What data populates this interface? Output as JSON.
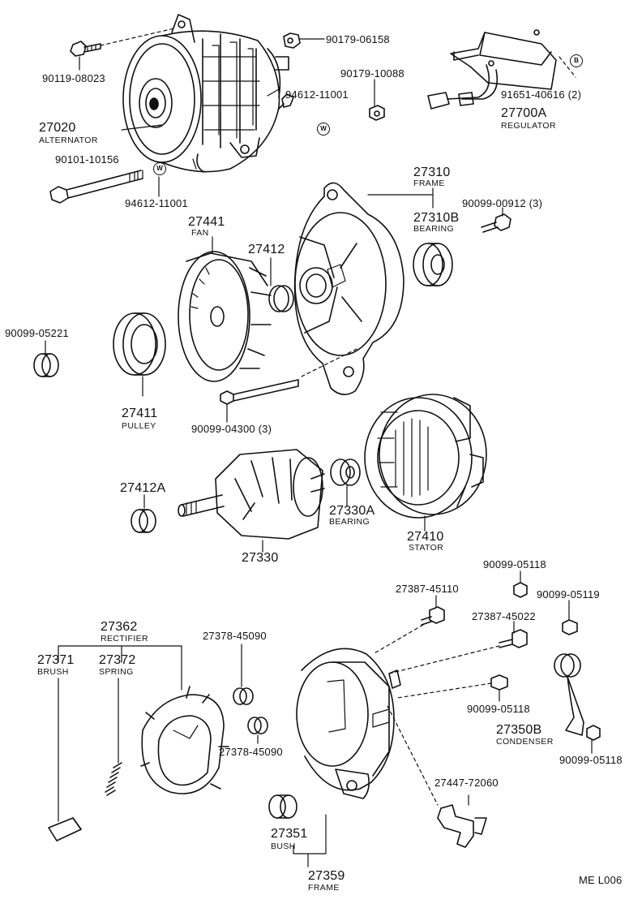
{
  "labels": {
    "p1": "90119-08023",
    "p2": "90179-06158",
    "p3": "90179-10088",
    "p4": "94612-11001",
    "p5": "27020",
    "p5n": "ALTERNATOR",
    "p6": "90101-10156",
    "p7": "94612-11001",
    "p8": "91651-40616 (2)",
    "p9": "27700A",
    "p9n": "REGULATOR",
    "p10": "27310",
    "p10n": "FRAME",
    "p11": "90099-00912 (3)",
    "p12": "27310B",
    "p12n": "BEARING",
    "p13": "27441",
    "p13n": "FAN",
    "p14": "27412",
    "p15": "90099-05221",
    "p16": "27411",
    "p16n": "PULLEY",
    "p17": "90099-04300 (3)",
    "p18": "27412A",
    "p19": "27330A",
    "p19n": "BEARING",
    "p20": "27330",
    "p21": "27410",
    "p21n": "STATOR",
    "p22": "90099-05118",
    "p23": "27387-45110",
    "p24": "90099-05119",
    "p25": "27387-45022",
    "p26": "27362",
    "p26n": "RECTIFIER",
    "p27": "27378-45090",
    "p28": "27371",
    "p28n": "BRUSH",
    "p29": "27372",
    "p29n": "SPRING",
    "p30": "90099-05118",
    "p31": "27350B",
    "p31n": "CONDENSER",
    "p32": "90099-05118",
    "p33": "27378-45090",
    "p34": "27447-72060",
    "p35": "27351",
    "p35n": "BUSH",
    "p36": "27359",
    "p36n": "FRAME",
    "code": "ME L006"
  },
  "markers": {
    "b": "B",
    "w1": "W",
    "w2": "W"
  }
}
